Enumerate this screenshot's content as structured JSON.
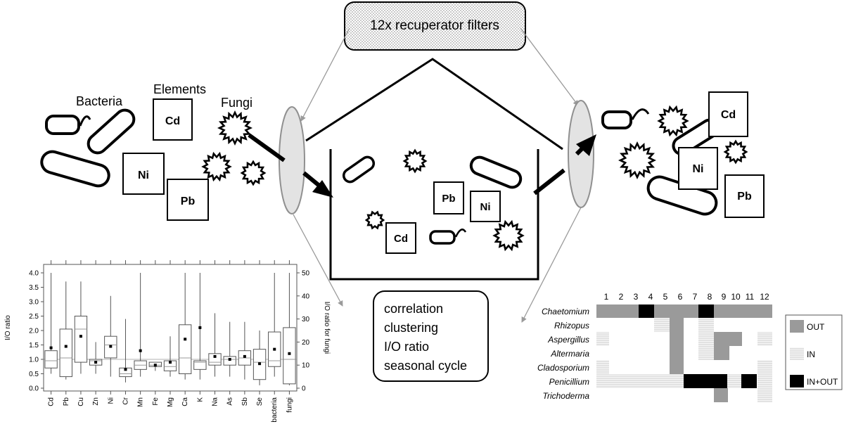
{
  "header": {
    "filters_label": "12x recuperator filters"
  },
  "outdoor_labels": {
    "bacteria": "Bacteria",
    "elements": "Elements",
    "fungi": "Fungi"
  },
  "element_boxes": {
    "left": [
      "Cd",
      "Ni",
      "Pb"
    ],
    "indoor": [
      "Pb",
      "Ni",
      "Cd"
    ],
    "right": [
      "Cd",
      "Ni",
      "Pb"
    ]
  },
  "analysis_box": {
    "lines": [
      "correlation",
      "clustering",
      "I/O ratio",
      "seasonal cycle"
    ]
  },
  "boxplot": {
    "left_axis_label": "I/O ratio",
    "right_axis_label": "I/O ratio for fungi",
    "left_ticks": [
      "0.0",
      "0.5",
      "1.0",
      "1.5",
      "2.0",
      "2.5",
      "3.0",
      "3.5",
      "4.0"
    ],
    "right_ticks": [
      "0",
      "10",
      "20",
      "30",
      "40",
      "50"
    ],
    "categories": [
      "Cd",
      "Pb",
      "Cu",
      "Zn",
      "Ni",
      "Cr",
      "Mn",
      "Fe",
      "Mg",
      "Ca",
      "K",
      "Na",
      "As",
      "Sb",
      "Se",
      "bacteria",
      "fungi"
    ],
    "stats": [
      {
        "min": 0.5,
        "q1": 0.7,
        "median": 0.95,
        "q3": 1.3,
        "max": 4.0,
        "mean": 1.4
      },
      {
        "min": 0.3,
        "q1": 0.4,
        "median": 1.05,
        "q3": 2.05,
        "max": 3.7,
        "mean": 1.45
      },
      {
        "min": 0.5,
        "q1": 0.9,
        "median": 2.05,
        "q3": 2.5,
        "max": 3.7,
        "mean": 1.8
      },
      {
        "min": 0.5,
        "q1": 0.8,
        "median": 0.95,
        "q3": 1.0,
        "max": 1.6,
        "mean": 0.9
      },
      {
        "min": 0.4,
        "q1": 1.05,
        "median": 1.5,
        "q3": 1.8,
        "max": 3.2,
        "mean": 1.45
      },
      {
        "min": 0.2,
        "q1": 0.4,
        "median": 0.5,
        "q3": 0.7,
        "max": 2.4,
        "mean": 0.65
      },
      {
        "min": 0.4,
        "q1": 0.65,
        "median": 0.8,
        "q3": 0.95,
        "max": 4.0,
        "mean": 1.3
      },
      {
        "min": 0.6,
        "q1": 0.75,
        "median": 0.8,
        "q3": 0.9,
        "max": 0.9,
        "mean": 0.8
      },
      {
        "min": 0.4,
        "q1": 0.6,
        "median": 0.75,
        "q3": 0.95,
        "max": 1.8,
        "mean": 0.9
      },
      {
        "min": 0.3,
        "q1": 0.5,
        "median": 1.05,
        "q3": 2.2,
        "max": 4.0,
        "mean": 1.7
      },
      {
        "min": 0.3,
        "q1": 0.65,
        "median": 0.9,
        "q3": 0.95,
        "max": 4.0,
        "mean": 2.1
      },
      {
        "min": 0.4,
        "q1": 0.8,
        "median": 0.9,
        "q3": 1.2,
        "max": 2.6,
        "mean": 1.1
      },
      {
        "min": 0.4,
        "q1": 0.8,
        "median": 1.0,
        "q3": 1.1,
        "max": 2.3,
        "mean": 1.0
      },
      {
        "min": 0.3,
        "q1": 0.8,
        "median": 1.05,
        "q3": 1.3,
        "max": 2.3,
        "mean": 1.1
      },
      {
        "min": 0.1,
        "q1": 0.3,
        "median": 0.9,
        "q3": 1.35,
        "max": 2.0,
        "mean": 0.85
      },
      {
        "min": 0.4,
        "q1": 0.75,
        "median": 0.95,
        "q3": 1.95,
        "max": 4.0,
        "mean": 1.35
      },
      {
        "min": 0.1,
        "q1": 0.15,
        "median": 1.0,
        "q3": 2.1,
        "max": 4.0,
        "mean": 1.2
      }
    ]
  },
  "heatmap": {
    "columns": [
      "1",
      "2",
      "3",
      "4",
      "5",
      "6",
      "7",
      "8",
      "9",
      "10",
      "11",
      "12"
    ],
    "species": [
      "Chaetomium",
      "Rhizopus",
      "Aspergillus",
      "Altermaria",
      "Cladosporium",
      "Penicillium",
      "Trichoderma"
    ],
    "legend": [
      "OUT",
      "IN",
      "IN+OUT"
    ]
  }
}
